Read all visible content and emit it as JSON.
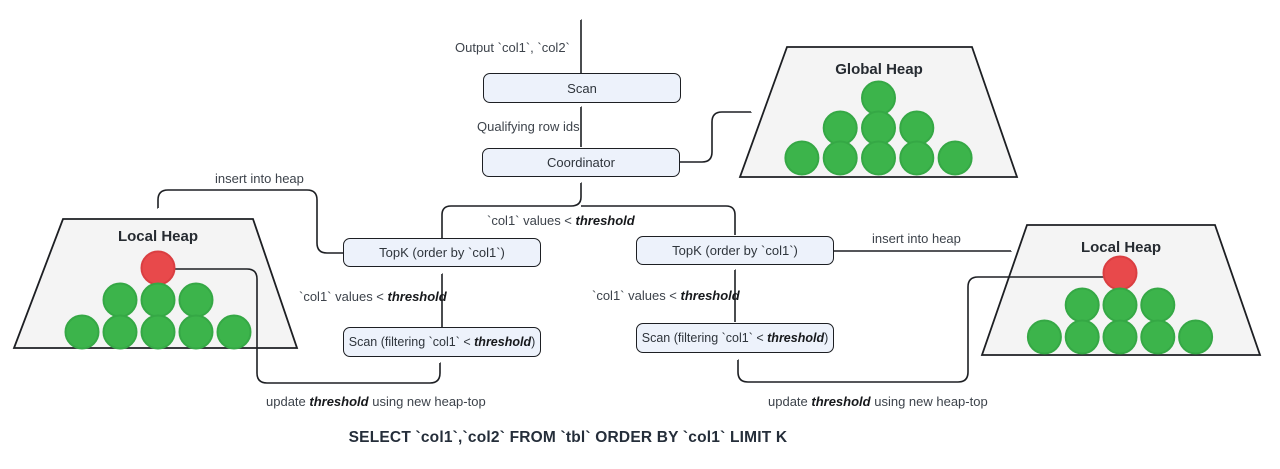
{
  "colors": {
    "green": "#3cb44b",
    "green_stroke": "#35a845",
    "red": "#e8494b",
    "red_stroke": "#da3e41",
    "box_fill": "#edf2fb",
    "heap_fill": "#f4f4f4",
    "line": "#1d1f23"
  },
  "query_plan": {
    "output_label": "Output `col1`, `col2`",
    "qualifying_label": "Qualifying row ids",
    "scan_box": "Scan",
    "coordinator_box": "Coordinator",
    "topk_box": "TopK (order by `col1`)",
    "scan_filter_box": {
      "pre": "Scan (filtering `col1` < ",
      "em": "threshold",
      "post": ")"
    },
    "threshold_label": {
      "pre": "`col1` values < ",
      "em": "threshold"
    },
    "insert_label": "insert into heap",
    "update_label": {
      "pre": "update ",
      "em": "threshold",
      "post": " using new heap-top"
    },
    "sql": "SELECT `col1`,`col2` FROM `tbl` ORDER BY `col1` LIMIT K"
  },
  "heaps": {
    "global": {
      "title": "Global Heap",
      "rows": [
        [
          "green"
        ],
        [
          "green",
          "green",
          "green"
        ],
        [
          "green",
          "green",
          "green",
          "green",
          "green"
        ]
      ]
    },
    "local_left": {
      "title": "Local Heap",
      "rows": [
        [
          "red"
        ],
        [
          "green",
          "green",
          "green"
        ],
        [
          "green",
          "green",
          "green",
          "green",
          "green"
        ]
      ]
    },
    "local_right": {
      "title": "Local Heap",
      "rows": [
        [
          "red"
        ],
        [
          "green",
          "green",
          "green"
        ],
        [
          "green",
          "green",
          "green",
          "green",
          "green"
        ]
      ]
    }
  }
}
